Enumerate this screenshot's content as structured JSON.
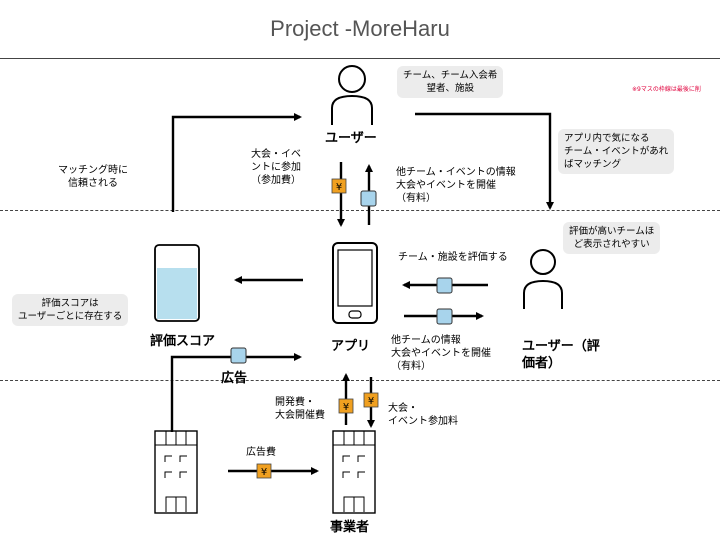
{
  "title": "Project -MoreHaru",
  "note_red": "※9マスの枠線は最後に削",
  "nodes": {
    "user": "ユーザー",
    "app": "アプリ",
    "score": "評価スコア",
    "evaluator_line1": "ユーザー（評",
    "evaluator_line2": "価者）",
    "business": "事業者",
    "ad": "広告"
  },
  "bubbles": {
    "user_type_1": "チーム、チーム入会希",
    "user_type_2": "望者、施設",
    "match_1": "アプリ内で気になる",
    "match_2": "チーム・イベントがあれ",
    "match_3": "ばマッチング",
    "high_1": "評価が高いチームほ",
    "high_2": "ど表示されやすい",
    "score_1": "評価スコアは",
    "score_2": "ユーザーごとに存在する"
  },
  "labels": {
    "trust_1": "マッチング時に",
    "trust_2": "信頼される",
    "join_1": "大会・イベ",
    "join_2": "ントに参加",
    "join_3": "（参加費）",
    "info_1": "他チーム・イベントの情報",
    "info_2": "大会やイベントを開催",
    "info_3": "（有料）",
    "rate": "チーム・施設を評価する",
    "info2_1": "他チームの情報",
    "info2_2": "大会やイベントを開催",
    "info2_3": "（有料）",
    "dev_1": "開発費・",
    "dev_2": "大会開催費",
    "fee_1": "大会・",
    "fee_2": "イベント参加料",
    "adfee": "広告費"
  },
  "icons": {
    "person": "person-icon",
    "phone": "smartphone-icon",
    "building": "building-icon",
    "yen": "yen-icon",
    "data": "data-square-icon"
  },
  "colors": {
    "yen": "#f0a020",
    "data": "#a8d4ec",
    "score_fill": "#b7dfee"
  }
}
